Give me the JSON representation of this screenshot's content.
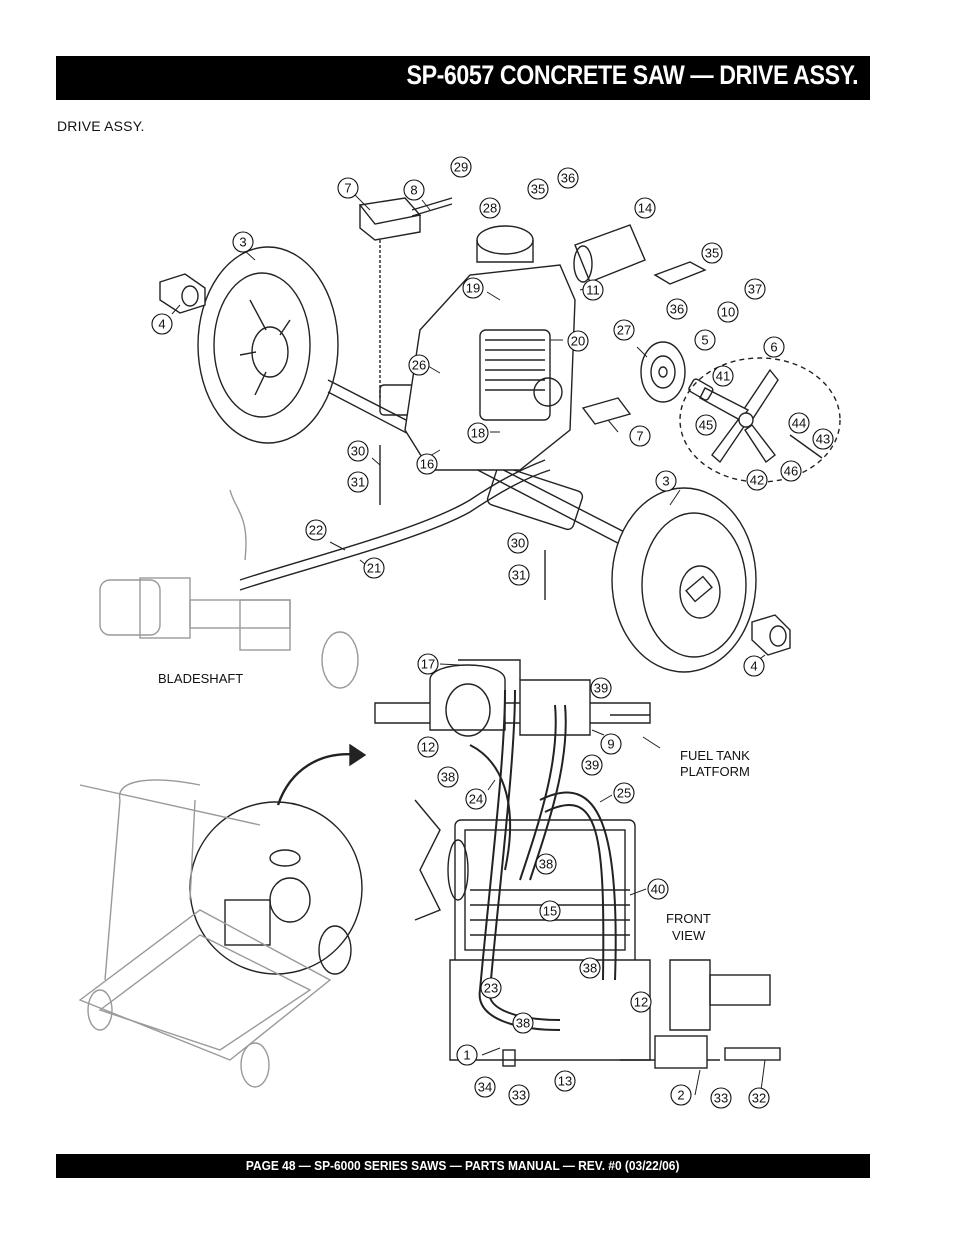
{
  "header": {
    "title": "SP-6057 CONCRETE SAW —  DRIVE ASSY."
  },
  "subtitle": "DRIVE ASSY.",
  "labels": {
    "bladeshaft": "BLADESHAFT",
    "fuel_tank_line1": "FUEL TANK",
    "fuel_tank_line2": "PLATFORM",
    "front_view_line1": "FRONT",
    "front_view_line2": "VIEW"
  },
  "callouts": {
    "c7a": "7",
    "c8": "8",
    "c29": "29",
    "c28": "28",
    "c35a": "35",
    "c36a": "36",
    "c14": "14",
    "c3a": "3",
    "c4a": "4",
    "c19": "19",
    "c11": "11",
    "c35b": "35",
    "c37": "37",
    "c36b": "36",
    "c10": "10",
    "c20": "20",
    "c27": "27",
    "c5": "5",
    "c6": "6",
    "c26": "26",
    "c41": "41",
    "c45": "45",
    "c44": "44",
    "c43": "43",
    "c46": "46",
    "c42": "42",
    "c7b": "7",
    "c18": "18",
    "c30a": "30",
    "c16": "16",
    "c31a": "31",
    "c3b": "3",
    "c22": "22",
    "c21": "21",
    "c30b": "30",
    "c31b": "31",
    "c4b": "4",
    "c17": "17",
    "c39a": "39",
    "c12a": "12",
    "c9": "9",
    "c38a": "38",
    "c39b": "39",
    "c24": "24",
    "c25": "25",
    "c38b": "38",
    "c40": "40",
    "c15": "15",
    "c38c": "38",
    "c23": "23",
    "c12b": "12",
    "c38d": "38",
    "c1": "1",
    "c34": "34",
    "c33a": "33",
    "c13": "13",
    "c2": "2",
    "c33b": "33",
    "c32": "32"
  },
  "footer": {
    "text": "PAGE 48 — SP-6000 SERIES SAWS  — PARTS MANUAL — REV. #0 (03/22/06)"
  }
}
